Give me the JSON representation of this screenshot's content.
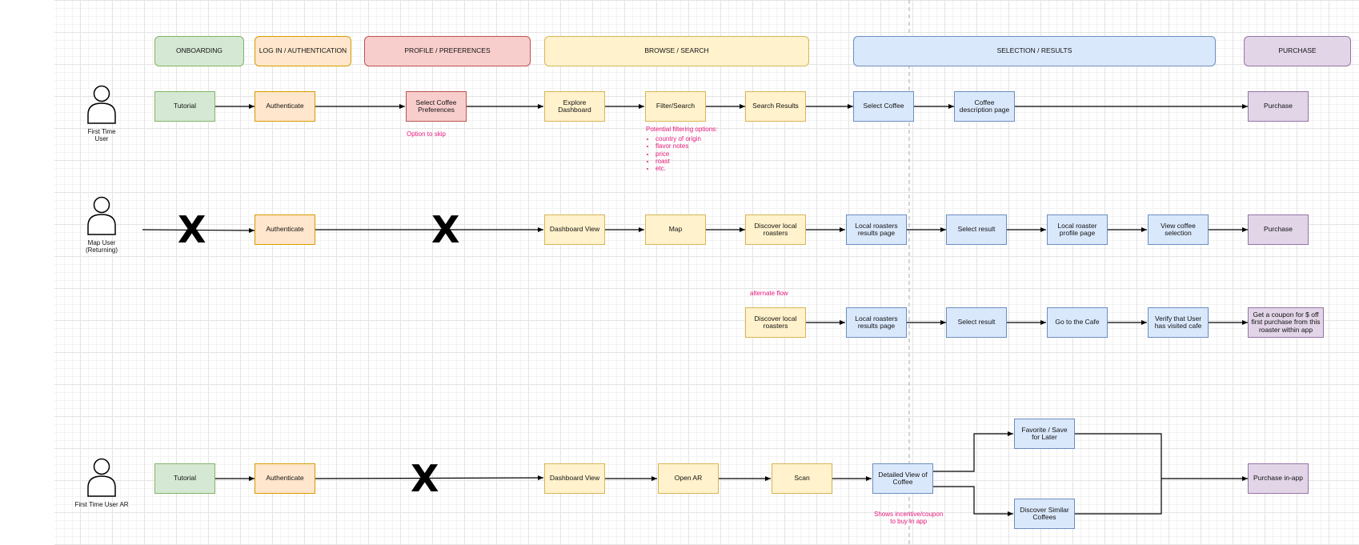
{
  "headers": {
    "onboarding": "ONBOARDING",
    "login": "LOG IN / AUTHENTICATION",
    "profile": "PROFILE / PREFERENCES",
    "browse": "BROWSE / SEARCH",
    "selection": "SELECTION / RESULTS",
    "purchase": "PURCHASE"
  },
  "actors": {
    "first_time": "First Time\nUser",
    "map_user": "Map User\n(Returning)",
    "ar_user": "First Time User AR"
  },
  "row1": {
    "tutorial": "Tutorial",
    "authenticate": "Authenticate",
    "select_prefs": "Select Coffee Preferences",
    "explore": "Explore Dashboard",
    "filter": "Filter/Search",
    "results": "Search Results",
    "select_coffee": "Select Coffee",
    "description": "Coffee description page",
    "purchase": "Purchase"
  },
  "row2": {
    "x_onboarding": "X",
    "authenticate": "Authenticate",
    "x_profile": "X",
    "dashboard": "Dashboard View",
    "map": "Map",
    "discover": "Discover local roasters",
    "roasters_results": "Local roasters results page",
    "select_result": "Select result",
    "roaster_profile": "Local roaster profile page",
    "view_selection": "View coffee selection",
    "purchase": "Purchase"
  },
  "row3": {
    "discover": "Discover local roasters",
    "roasters_results": "Local roasters results page",
    "select_result": "Select result",
    "go_cafe": "Go to the Cafe",
    "verify": "Verify that User has visited cafe",
    "coupon": "Get a coupon for $ off first purchase from this roaster within app"
  },
  "row4": {
    "tutorial": "Tutorial",
    "authenticate": "Authenticate",
    "x_profile": "X",
    "dashboard": "Dashboard View",
    "open_ar": "Open AR",
    "scan": "Scan",
    "detailed": "Detailed View of Coffee",
    "favorite": "Favorite / Save for Later",
    "similar": "Discover Similar Coffees",
    "purchase": "Purchase in-app"
  },
  "notes": {
    "skip": "Option to skip",
    "filter_title": "Potential filtering options:",
    "filter_items": [
      "country of origin",
      "flavor notes",
      "price",
      "roast",
      "etc."
    ],
    "alternate": "alternate flow",
    "incentive": "Shows incentive/coupon\nto buy in app"
  }
}
